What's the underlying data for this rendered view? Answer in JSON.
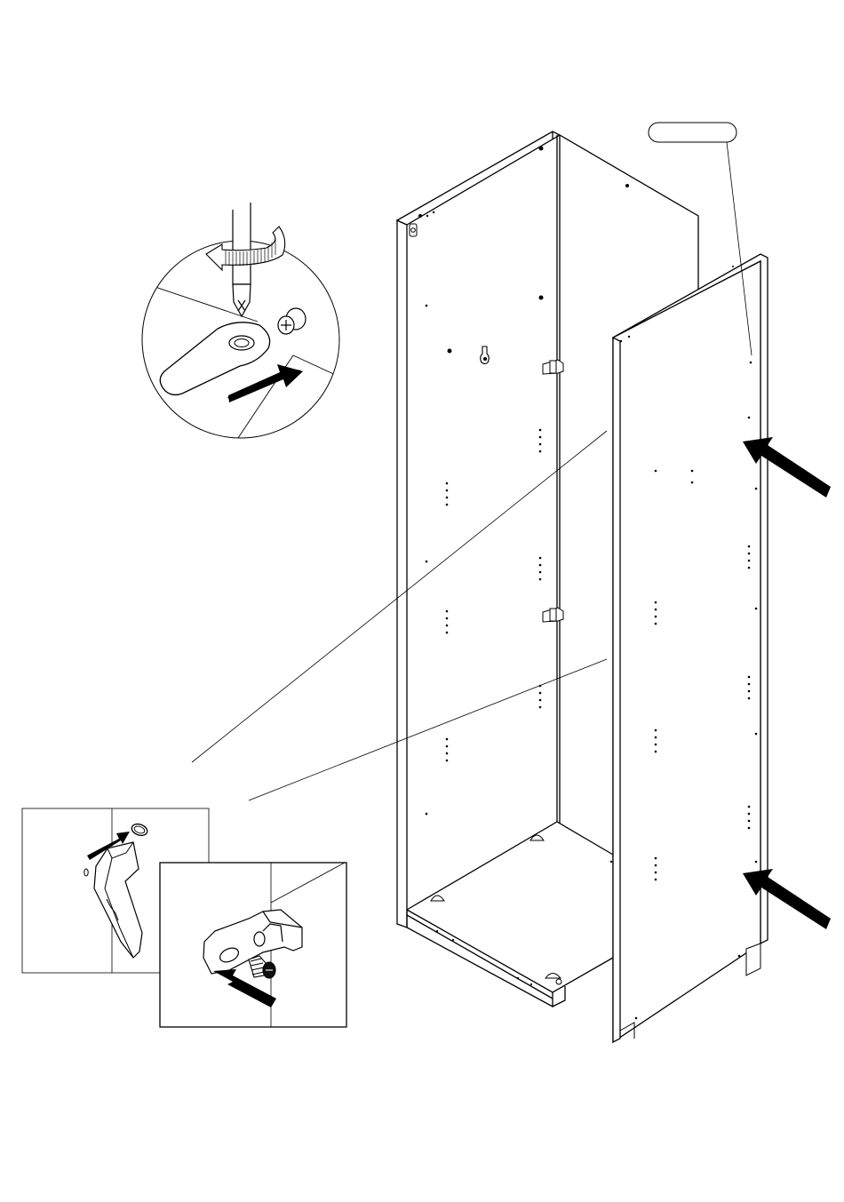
{
  "page": {
    "part_label": "",
    "colors": {
      "line": "#000000",
      "background": "#ffffff",
      "fill_dark": "#111111"
    }
  },
  "callouts": {
    "top_detail": {
      "name": "cam-lock-tightening",
      "icons": [
        "screwdriver-icon",
        "rotation-arrow-icon",
        "cam-lock-icon",
        "bolt-icon",
        "push-arrow-icon"
      ]
    },
    "left_detail": {
      "name": "shelf-pin-insertion",
      "icons": [
        "shelf-pin-icon",
        "cap-icon",
        "push-arrow-icon"
      ]
    },
    "bottom_detail": {
      "name": "bracket-screw-insertion",
      "icons": [
        "bracket-icon",
        "screw-icon",
        "push-arrow-icon"
      ]
    }
  },
  "assembly": {
    "step": "attach-side-panel",
    "arrows": [
      "push-arrow-upper",
      "push-arrow-lower"
    ]
  }
}
